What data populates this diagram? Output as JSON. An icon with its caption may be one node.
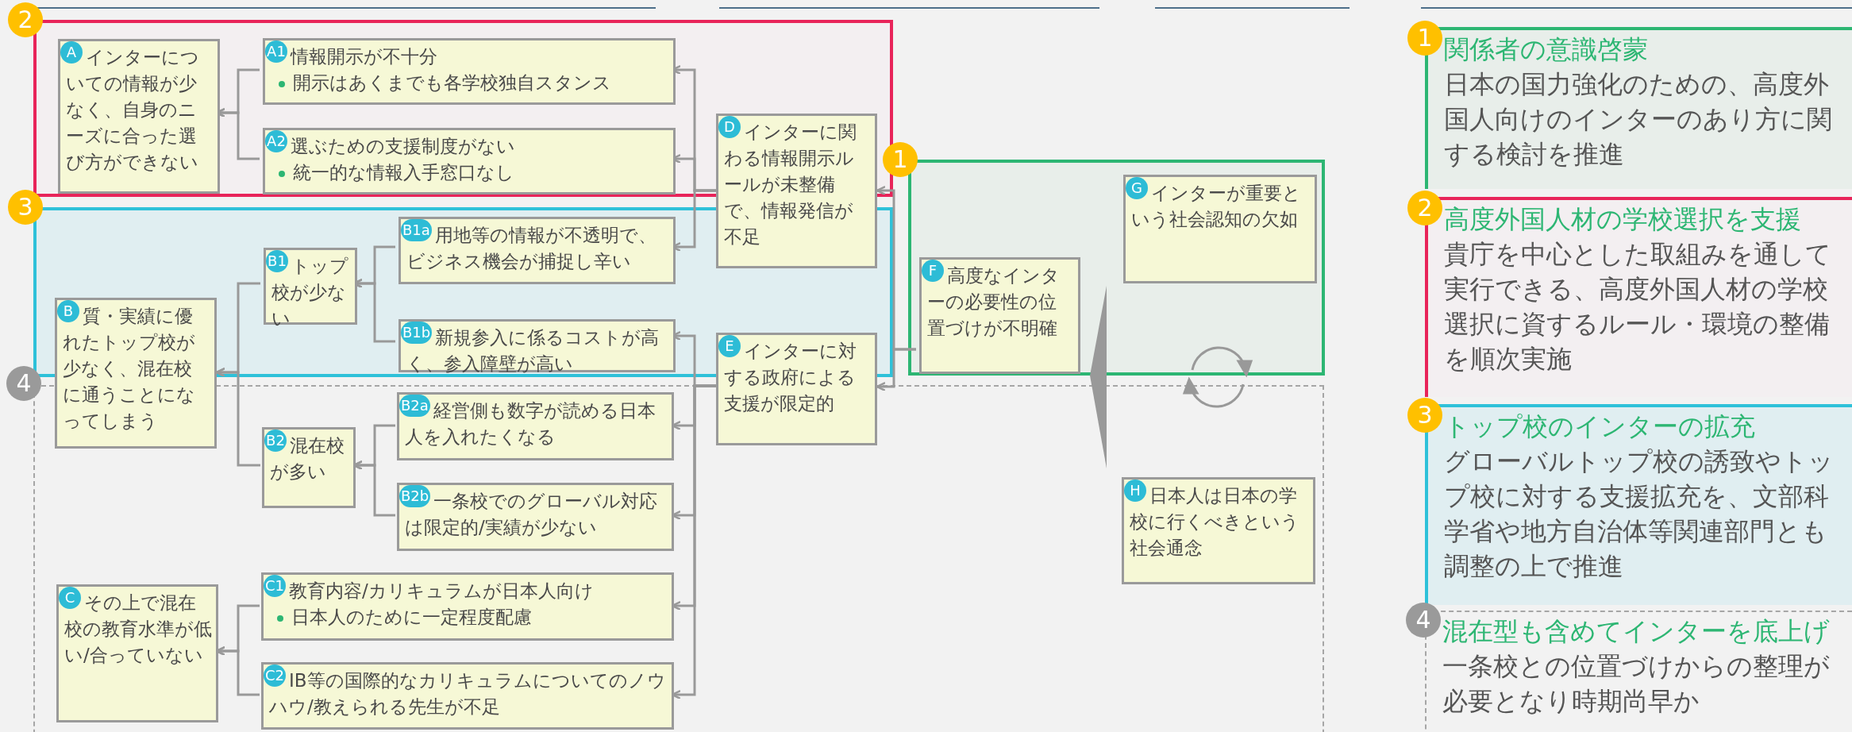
{
  "diagram": {
    "nodes": [
      {
        "text": [
          "2"
        ]
      },
      {
        "text": [
          "A",
          "インターについての情報が少なく、自身のニーズに合った選び方ができない"
        ],
        "in": 0
      },
      {
        "text": [
          "A1",
          "情報開示が不十分",
          "開示はあくまでも各学校独自スタンス"
        ],
        "in": 0
      },
      {
        "text": [
          "A2",
          "選ぶための支援制度がない",
          "統一的な情報入手窓口なし"
        ],
        "in": 0
      },
      {
        "text": [
          "D",
          "インターに関わる情報開示ルールが未整備で、情報発信が不足"
        ]
      },
      {
        "text": [
          "3"
        ]
      },
      {
        "text": [
          "B1",
          "トップ校が少ない"
        ],
        "in": 5
      },
      {
        "text": [
          "B1a",
          "用地等の情報が不透明で、ビジネス機会が捕捉し辛い"
        ],
        "in": 5
      },
      {
        "text": [
          "B1b",
          "新規参入に係るコストが高く、参入障壁が高い"
        ],
        "in": 5
      },
      {
        "text": [
          "B",
          "質・実績に優れたトップ校が少なく、混在校に通うことになってしまう"
        ]
      },
      {
        "text": [
          "E",
          "インターに対する政府による支援が限定的"
        ]
      },
      {
        "text": [
          "1"
        ]
      },
      {
        "text": [
          "F",
          "高度なインターの必要性の位置づけが不明確"
        ],
        "in": 11
      },
      {
        "text": [
          "G",
          "インターが重要という社会認知の欠如"
        ],
        "in": 11
      },
      {
        "text": [
          "4"
        ]
      },
      {
        "text": [
          "B2",
          "混在校が多い"
        ],
        "in": 14
      },
      {
        "text": [
          "B2a",
          "経営側も数字が読める日本人を入れたくなる"
        ],
        "in": 14
      },
      {
        "text": [
          "B2b",
          "一条校でのグローバル対応は限定的/実績が少ない"
        ],
        "in": 14
      },
      {
        "text": [
          "C",
          "その上で混在校の教育水準が低い/合っていない"
        ],
        "in": 14
      },
      {
        "text": [
          "C1",
          "教育内容/カリキュラムが日本人向け",
          "日本人のために一定程度配慮"
        ],
        "in": 14
      },
      {
        "text": [
          "C2",
          "IB等の国際的なカリキュラムについてのノウハウ/教えられる先生が不足"
        ],
        "in": 14
      },
      {
        "text": [
          "H",
          "日本人は日本の学校に行くべきという社会通念"
        ],
        "in": 14
      },
      {
        "text": [
          "1",
          "関係者の意識啓蒙",
          "日本の国力強化のための、高度外国人向けのインターのあり方に関する検討を推進"
        ]
      },
      {
        "text": [
          "2",
          "高度外国人材の学校選択を支援",
          "貴庁を中心とした取組みを通して実行できる、高度外国人材の学校選択に資するルール・環境の整備を順次実施"
        ]
      },
      {
        "text": [
          "3",
          "トップ校のインターの拡充",
          "グローバルトップ校の誘致やトップ校に対する支援拡充を、文部科学省や地方自治体等関連部門とも調整の上で推進"
        ]
      },
      {
        "text": [
          "4",
          "混在型も含めてインターを底上げ",
          "一条校との位置づけからの整理が必要となり時期尚早か"
        ]
      }
    ],
    "edges": [
      {
        "from": 2,
        "to": 1,
        "arrow": "to"
      },
      {
        "from": 3,
        "to": 1,
        "arrow": "to"
      },
      {
        "from": 4,
        "to": 2,
        "arrow": "to"
      },
      {
        "from": 4,
        "to": 3,
        "arrow": "to"
      },
      {
        "from": 4,
        "to": 7,
        "arrow": "to"
      },
      {
        "from": 7,
        "to": 6,
        "arrow": "to"
      },
      {
        "from": 8,
        "to": 6,
        "arrow": "to"
      },
      {
        "from": 6,
        "to": 9,
        "arrow": "to"
      },
      {
        "from": 15,
        "to": 9,
        "arrow": "to"
      },
      {
        "from": 16,
        "to": 15,
        "arrow": "to"
      },
      {
        "from": 17,
        "to": 15,
        "arrow": "to"
      },
      {
        "from": 19,
        "to": 18,
        "arrow": "to"
      },
      {
        "from": 20,
        "to": 18,
        "arrow": "to"
      },
      {
        "from": 10,
        "to": 8,
        "arrow": "to"
      },
      {
        "from": 10,
        "to": 16,
        "arrow": "to"
      },
      {
        "from": 10,
        "to": 17,
        "arrow": "to"
      },
      {
        "from": 10,
        "to": 19,
        "arrow": "to"
      },
      {
        "from": 10,
        "to": 20,
        "arrow": "to"
      },
      {
        "from": 12,
        "to": 4,
        "arrow": "to"
      },
      {
        "from": 12,
        "to": 10,
        "arrow": "to"
      }
    ]
  }
}
